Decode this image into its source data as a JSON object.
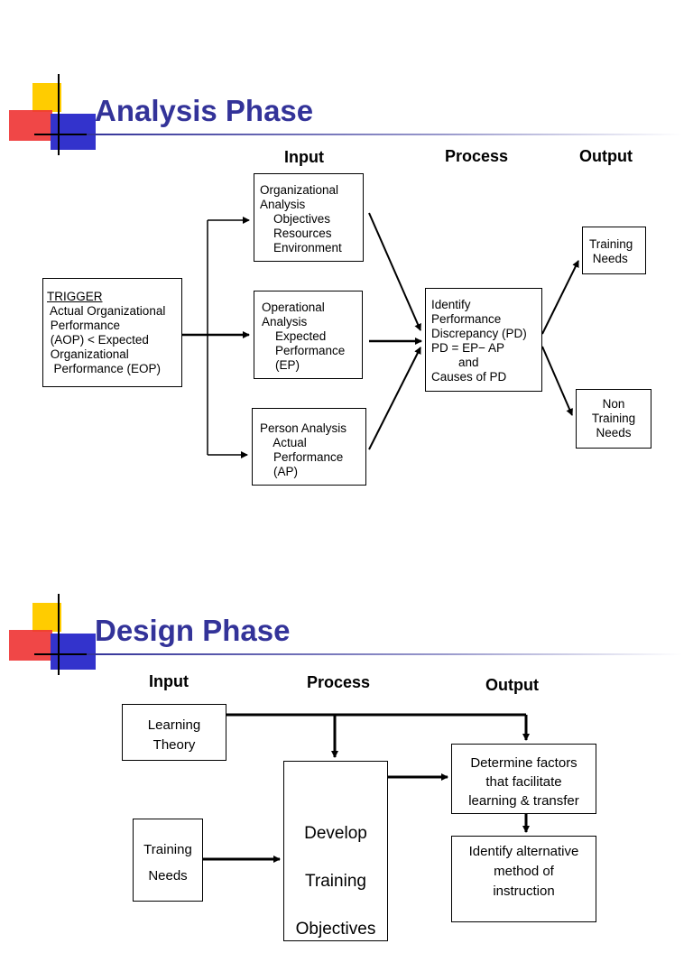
{
  "colors": {
    "title": "#333399",
    "accent_yellow": "#FFCC00",
    "accent_red": "#EE3333",
    "accent_blue": "#3333CC"
  },
  "analysis": {
    "title": "Analysis Phase",
    "headers": {
      "input": "Input",
      "process": "Process",
      "output": "Output"
    },
    "trigger": {
      "heading": "TRIGGER",
      "lines": [
        " Actual Organizational",
        " Performance",
        " (AOP) < Expected",
        " Organizational",
        "  Performance (EOP)"
      ]
    },
    "org_analysis": {
      "lines": [
        "Organizational",
        "Analysis",
        "    Objectives",
        "    Resources",
        "    Environment"
      ]
    },
    "op_analysis": {
      "lines": [
        "Operational",
        "Analysis",
        "    Expected",
        "    Performance",
        "    (EP)"
      ]
    },
    "person_analysis": {
      "lines": [
        "Person Analysis",
        "    Actual",
        "    Performance",
        "    (AP)"
      ]
    },
    "process_box": {
      "lines": [
        "Identify",
        "Performance",
        "Discrepancy (PD)",
        "PD = EP− AP",
        "        and",
        "Causes of PD"
      ]
    },
    "training_needs": {
      "lines": [
        "Training",
        " Needs"
      ]
    },
    "non_training_needs": {
      "lines": [
        "Non",
        "Training",
        "Needs"
      ]
    }
  },
  "design": {
    "title": "Design Phase",
    "headers": {
      "input": "Input",
      "process": "Process",
      "output": "Output"
    },
    "learning_theory": {
      "lines": [
        "Learning",
        "Theory"
      ]
    },
    "training_needs": {
      "lines": [
        "Training",
        "Needs"
      ]
    },
    "develop_box": {
      "lines": [
        "Develop",
        "Training",
        "Objectives"
      ]
    },
    "factors_box": {
      "lines": [
        "Determine factors",
        "that facilitate",
        "learning & transfer"
      ]
    },
    "methods_box": {
      "lines": [
        "Identify alternative",
        "method of",
        "instruction"
      ]
    }
  }
}
